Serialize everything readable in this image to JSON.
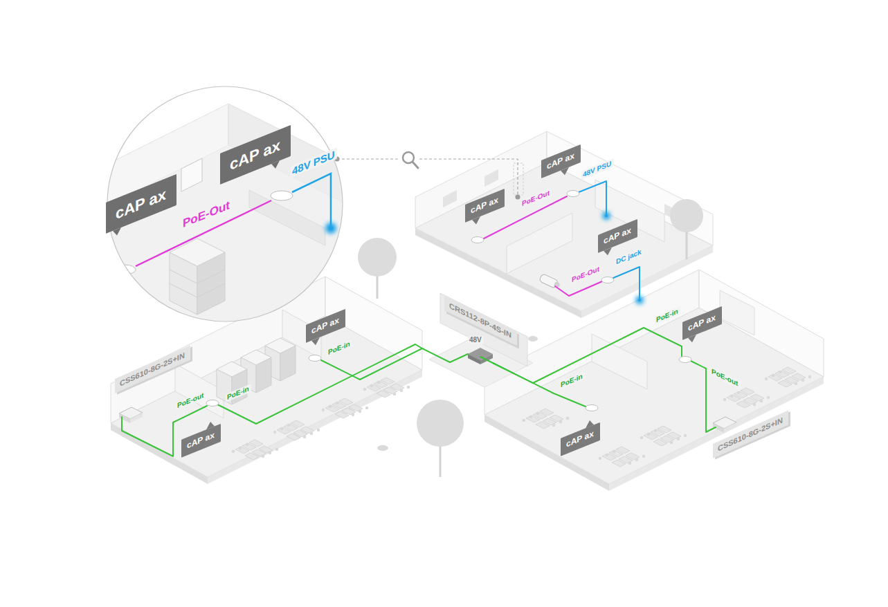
{
  "diagram": {
    "nodes": [
      {
        "text": [
          "cAP ax"
        ]
      },
      {
        "text": [
          "cAP ax"
        ]
      },
      {
        "text": [
          "cAP ax"
        ]
      },
      {
        "text": [
          "cAP ax"
        ]
      },
      {
        "text": [
          "cAP ax"
        ]
      },
      {
        "text": [
          "CRS112-8P-4S-IN"
        ]
      },
      {
        "text": [
          "cAP ax"
        ]
      },
      {
        "text": [
          "CSS610-8G-2S+IN"
        ]
      },
      {
        "text": [
          "cAP ax"
        ]
      },
      {
        "text": [
          "cAP ax"
        ]
      },
      {
        "text": [
          "cAP ax"
        ]
      },
      {
        "text": [
          "CSS610-8G-2S+IN"
        ]
      }
    ],
    "labels": [
      "48V PSU",
      "PoE-Out",
      "48V PSU",
      "PoE-Out",
      "DC jack",
      "PoE-Out",
      "48V",
      "PoE-in",
      "PoE-in",
      "PoE-out",
      "PoE-out",
      "PoE-in",
      "PoE-in"
    ]
  }
}
